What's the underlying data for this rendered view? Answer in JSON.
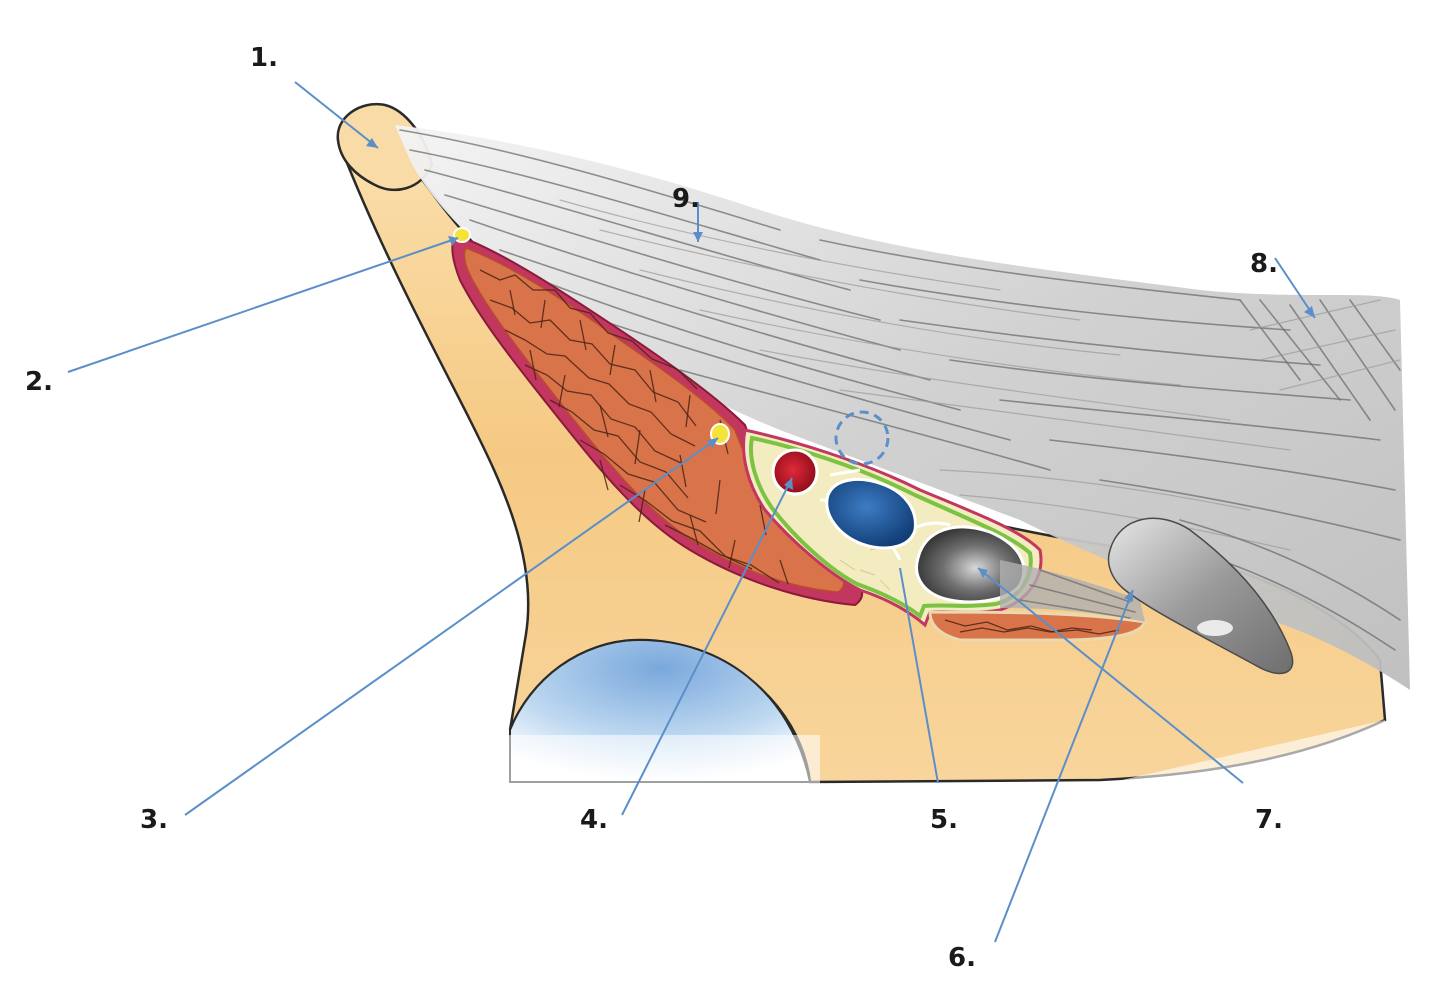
{
  "labels": {
    "l1": "1.",
    "l2": "2.",
    "l3": "3.",
    "l4": "4.",
    "l5": "5.",
    "l6": "6.",
    "l7": "7.",
    "l8": "8.",
    "l9": "9."
  },
  "colors": {
    "bone": "#f6cf90",
    "ligament": "#c9c9c9",
    "muscle": "#d9734a",
    "sheath_outline": "#b8325a",
    "femoral_sheath": "#7cc243",
    "artery": "#c8102e",
    "vein": "#1f5c9e",
    "leader": "#5b8fc9",
    "nerve": "#f4e43a"
  }
}
